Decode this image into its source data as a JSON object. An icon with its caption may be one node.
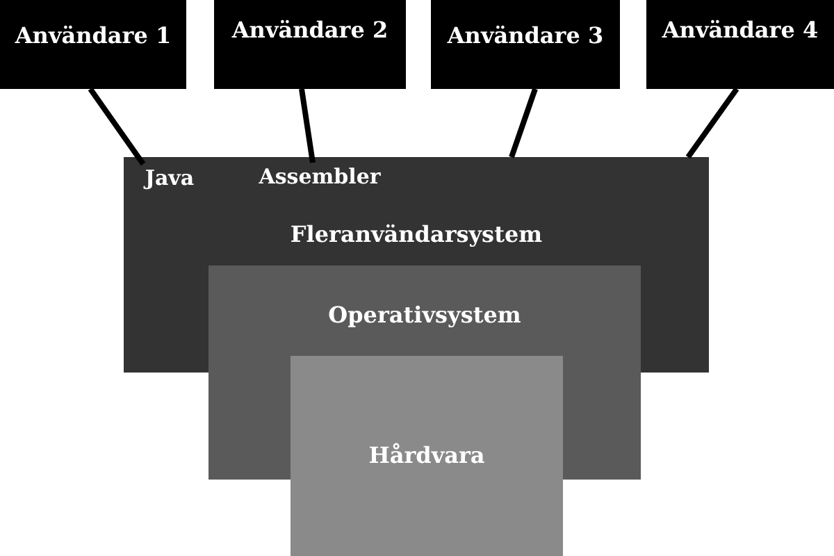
{
  "diagram": {
    "nodes": [
      {
        "text": [
          "Användare 1"
        ]
      },
      {
        "text": [
          "Användare 2"
        ]
      },
      {
        "text": [
          "Användare 3"
        ]
      },
      {
        "text": [
          "Användare 4"
        ]
      },
      {
        "text": [
          "Fleranvändarsystem"
        ]
      },
      {
        "text": [
          "Java"
        ],
        "in": 4
      },
      {
        "text": [
          "Assembler"
        ],
        "in": 4
      },
      {
        "text": [
          "Operativsystem"
        ]
      },
      {
        "text": [
          "Hårdvara"
        ]
      }
    ],
    "edges": [
      {
        "from": 0,
        "to": 5,
        "arrow": "none"
      },
      {
        "from": 1,
        "to": 6,
        "arrow": "none"
      },
      {
        "from": 2,
        "to": 4,
        "arrow": "none"
      },
      {
        "from": 3,
        "to": 4,
        "arrow": "none"
      }
    ]
  }
}
